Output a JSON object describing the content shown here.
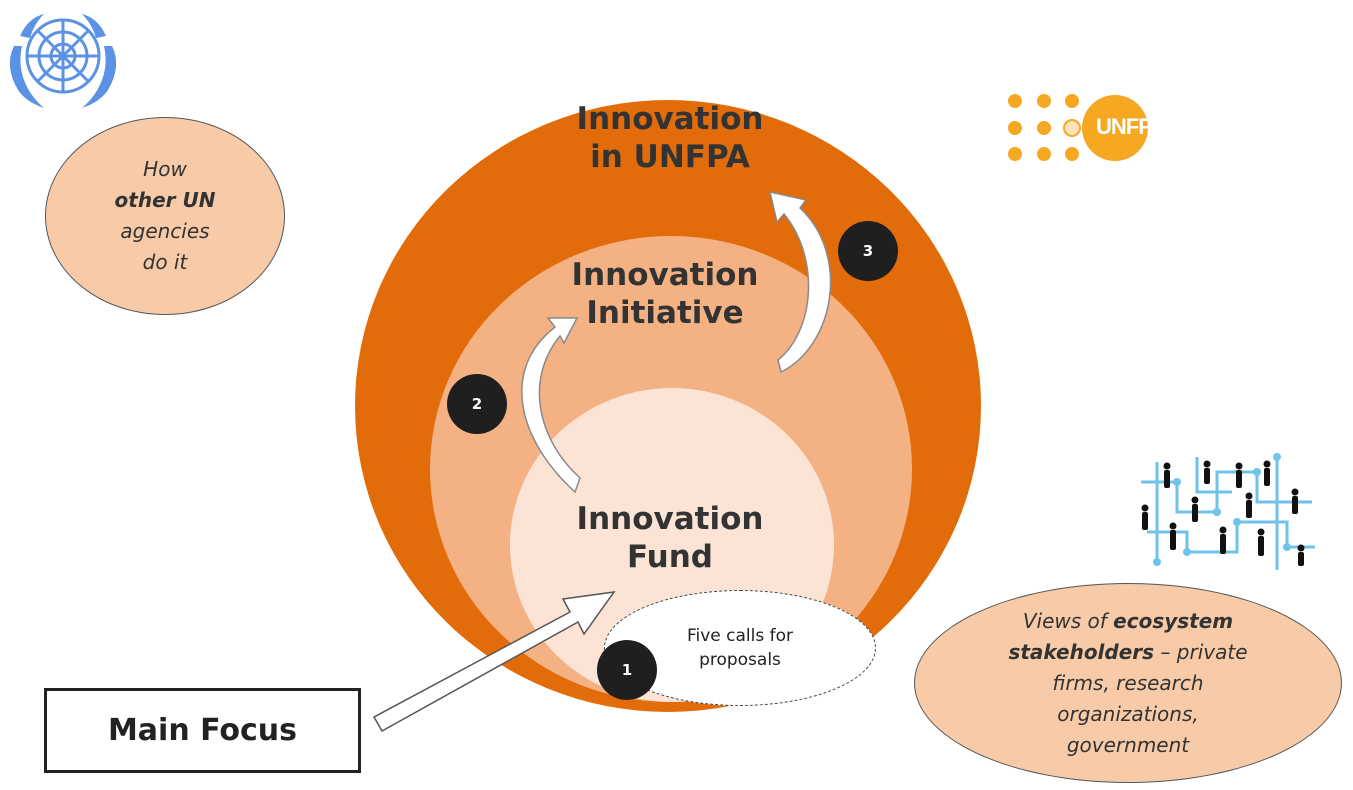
{
  "circles": {
    "outer": {
      "line1": "Innovation",
      "line2": "in UNFPA",
      "color": "#e36c0a"
    },
    "middle": {
      "line1": "Innovation",
      "line2": "Initiative",
      "color": "#f4b183"
    },
    "inner": {
      "line1": "Innovation",
      "line2": "Fund",
      "color": "#fbe4d5"
    }
  },
  "steps": [
    {
      "number": "1"
    },
    {
      "number": "2"
    },
    {
      "number": "3"
    }
  ],
  "calls_note": {
    "line1": "Five calls for",
    "line2": "proposals"
  },
  "main_focus": "Main Focus",
  "un_note": {
    "line1": "How",
    "line2": "other UN",
    "line3": "agencies",
    "line4": "do it"
  },
  "ecosystem_note": {
    "prefix": "Views of ",
    "bold1": "ecosystem",
    "bold2": "stakeholders",
    "rest1": " – private",
    "line3": "firms, research",
    "line4": "organizations,",
    "line5": "government"
  },
  "logos": {
    "un_emblem": "un-emblem-icon",
    "unfpa_text": "UNFPA",
    "unfpa_color": "#f7a823",
    "un_blue": "#5b92e5"
  },
  "network_picture": "people-network-icon"
}
